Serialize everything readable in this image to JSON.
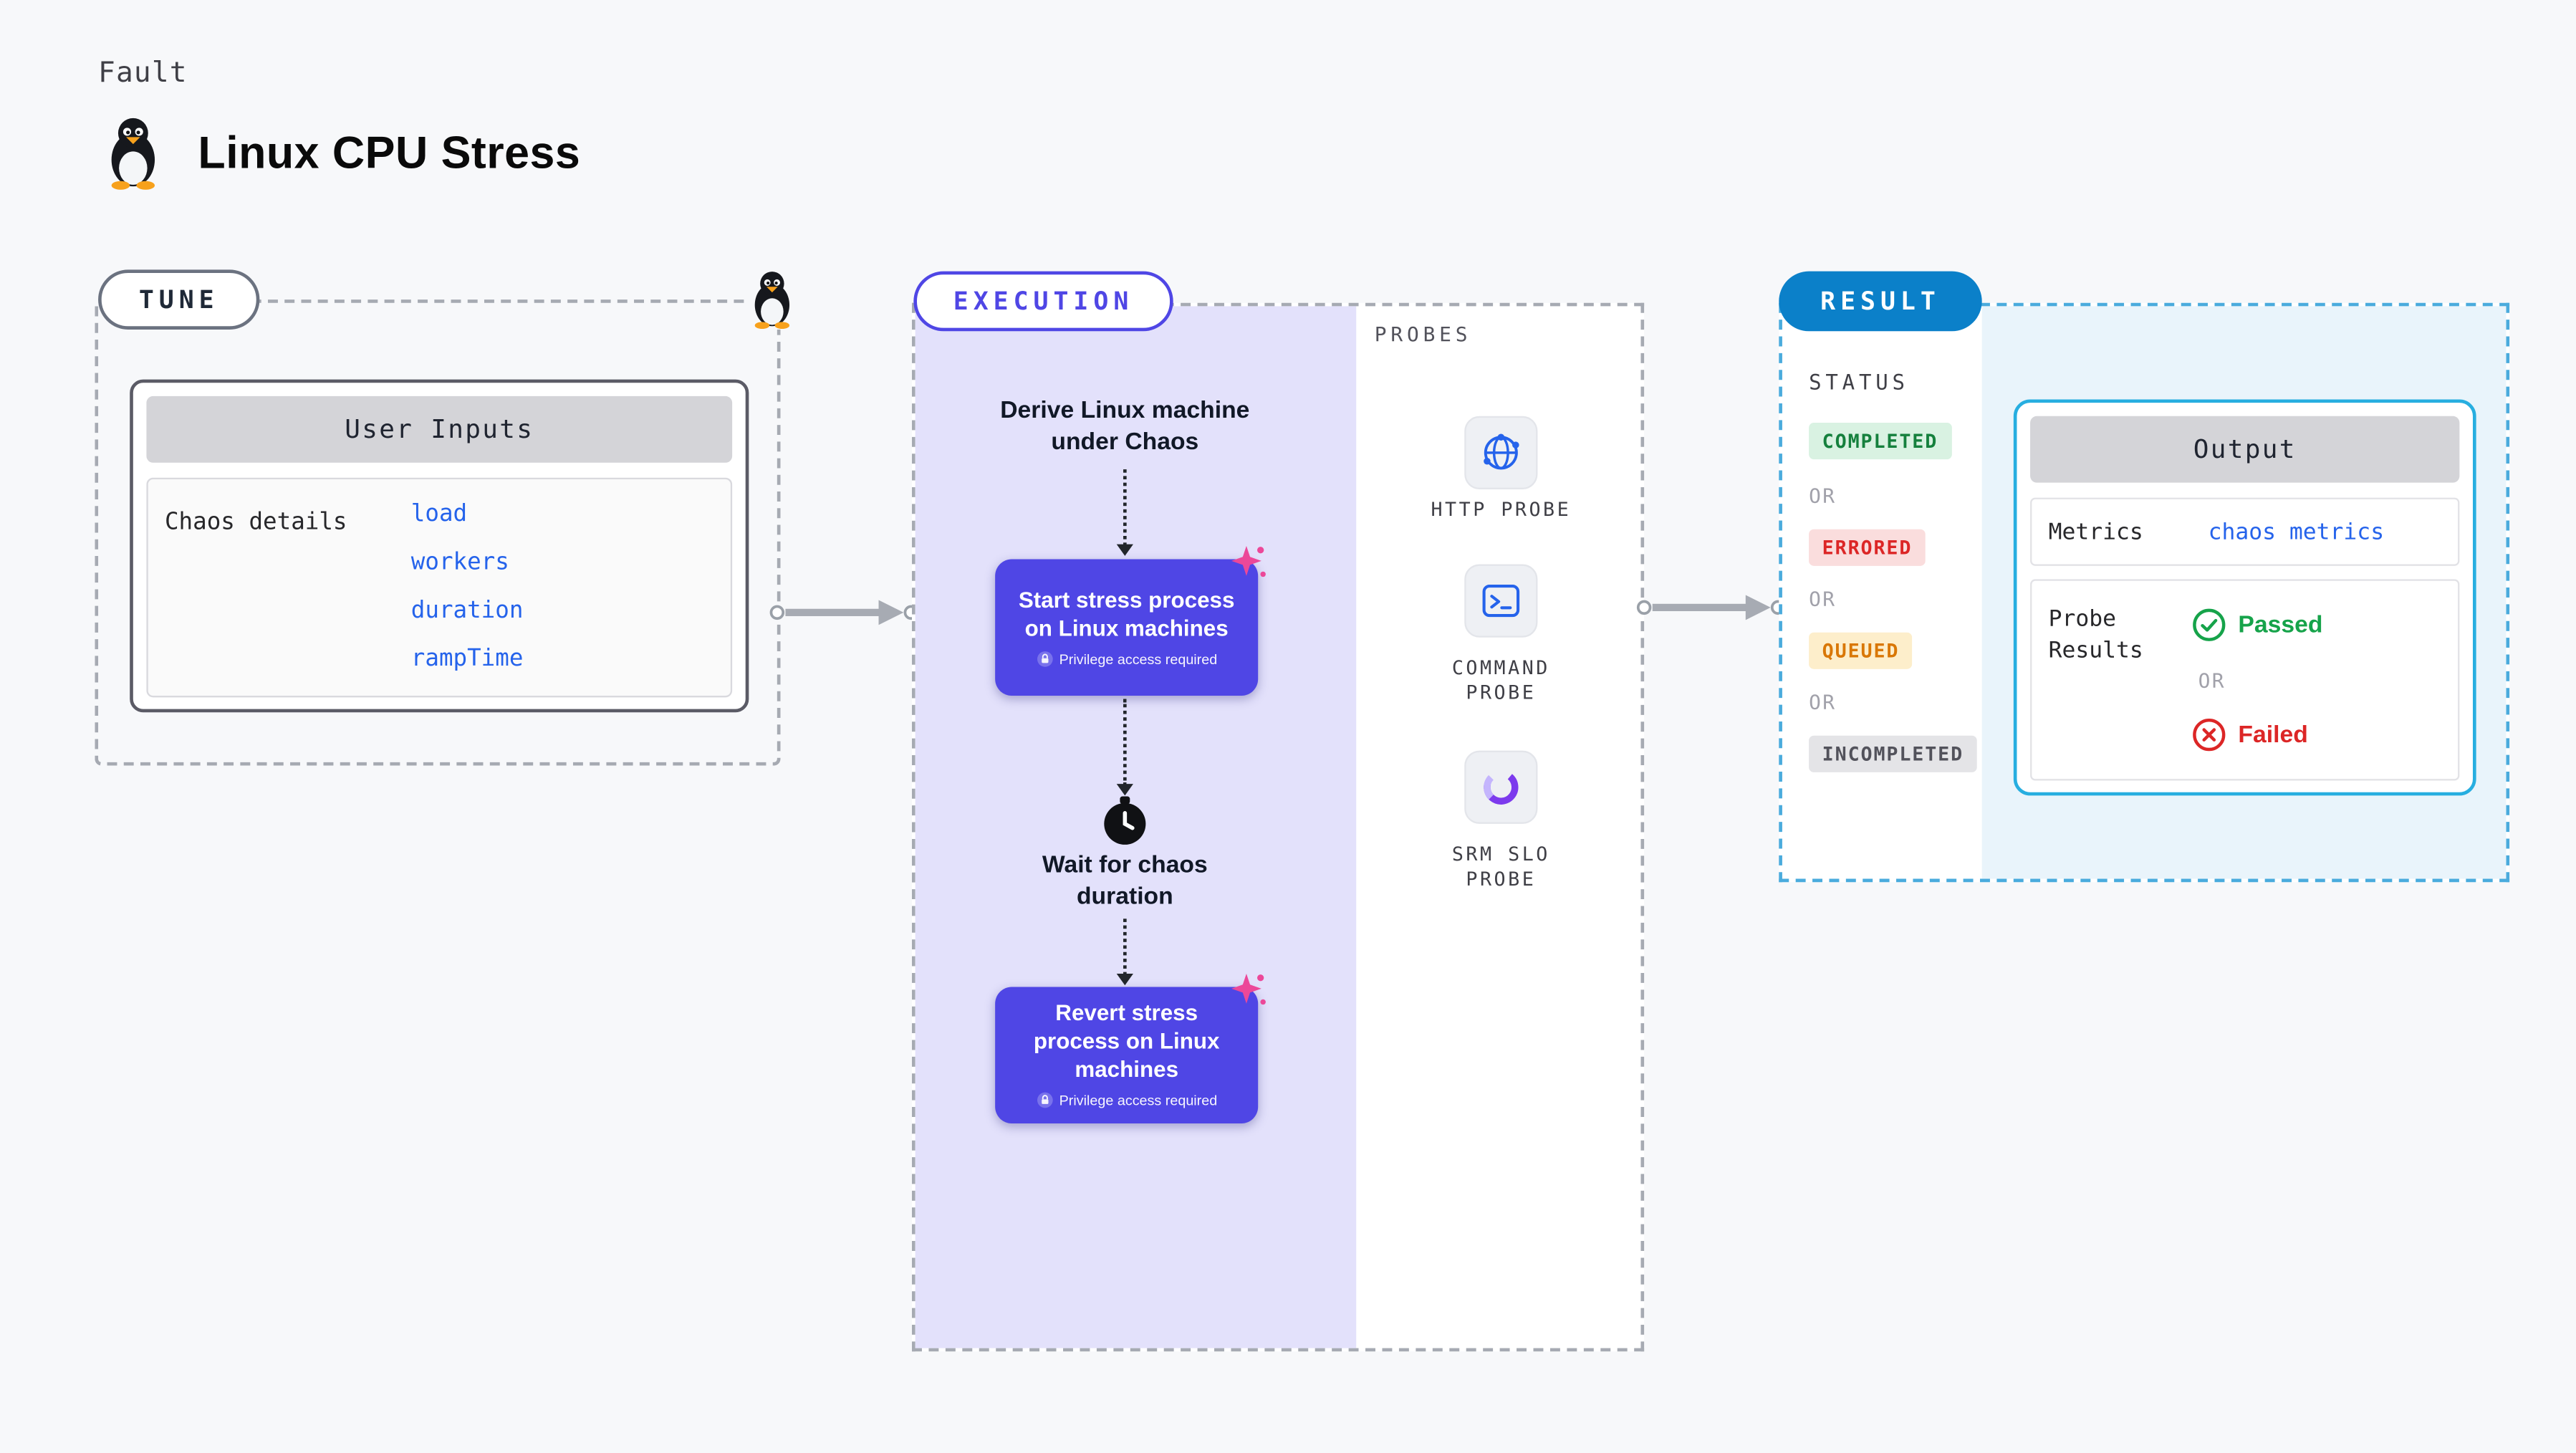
{
  "header": {
    "kicker": "Fault",
    "title": "Linux CPU Stress"
  },
  "tune": {
    "pill": "TUNE",
    "card_header": "User Inputs",
    "row_label": "Chaos details",
    "inputs": [
      "load",
      "workers",
      "duration",
      "rampTime"
    ]
  },
  "execution": {
    "pill": "EXECUTION",
    "step_derive": "Derive Linux machine under Chaos",
    "start_button": "Start stress process on Linux machines",
    "privilege_badge": "Privilege access required",
    "step_wait": "Wait for chaos duration",
    "revert_button": "Revert stress process on Linux machines"
  },
  "probes": {
    "heading": "PROBES",
    "items": [
      {
        "label": "HTTP PROBE",
        "icon": "globe-icon"
      },
      {
        "label": "COMMAND PROBE",
        "icon": "terminal-icon"
      },
      {
        "label": "SRM SLO PROBE",
        "icon": "pie-chart-icon"
      }
    ]
  },
  "result": {
    "pill": "RESULT",
    "status_heading": "STATUS",
    "or": "OR",
    "statuses": [
      {
        "label": "COMPLETED",
        "kind": "success"
      },
      {
        "label": "ERRORED",
        "kind": "error"
      },
      {
        "label": "QUEUED",
        "kind": "warning"
      },
      {
        "label": "INCOMPLETED",
        "kind": "neutral"
      }
    ],
    "output": {
      "header": "Output",
      "metrics_label": "Metrics",
      "metrics_link": "chaos metrics",
      "probe_results_label": "Probe Results",
      "passed": "Passed",
      "failed": "Failed"
    }
  },
  "colors": {
    "page-bg": "#f7f8fa",
    "indigo": "#4f46e5",
    "indigo-light": "#e3e1fb",
    "blue-link": "#2563eb",
    "result-blue": "#0b80c9",
    "cyan": "#27aee0",
    "result-pane": "#e9f4fb",
    "pink": "#ec4899"
  }
}
